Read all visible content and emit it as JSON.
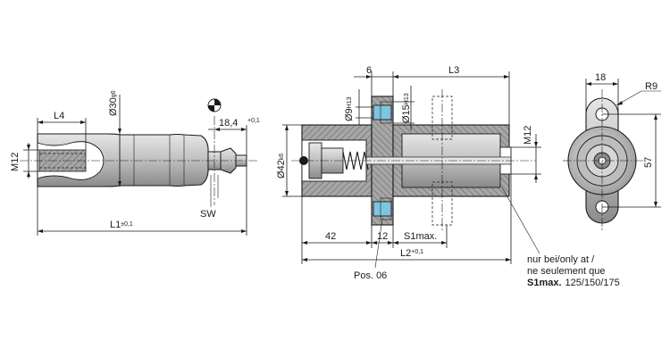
{
  "diagram": {
    "left_view": {
      "L4": "L4",
      "dia30": "Ø30",
      "dia30_tol": "g6",
      "M12": "M12",
      "dim18": "18,4",
      "dim18_tol": "+0,1",
      "SW": "SW",
      "L1": "L1",
      "L1_tol": "±0,1"
    },
    "middle_view": {
      "dim6": "6",
      "L3": "L3",
      "dia9": "Ø9",
      "dia9_tol": "H13",
      "dia15": "Ø15",
      "dia15_tol": "H13",
      "M12": "M12",
      "dia42": "Ø42",
      "dia42_tol": "k6",
      "dim42": "42",
      "dim12": "12",
      "S1max": "S1max.",
      "L2": "L2",
      "L2_tol": "+0,1",
      "pos": "Pos. 06"
    },
    "right_view": {
      "dim18": "18",
      "R9": "R9",
      "dim57": "57"
    },
    "note": {
      "line1": "nur bei/only at /",
      "line2": "ne seulement que",
      "bold": "S1max.",
      "values": "125/150/175"
    }
  },
  "colors": {
    "steel_fill": "#c8c8c8",
    "hatch_fill": "#9a9a9a",
    "accent_blue": "#7ec6e0",
    "line": "#1a1a1a"
  }
}
